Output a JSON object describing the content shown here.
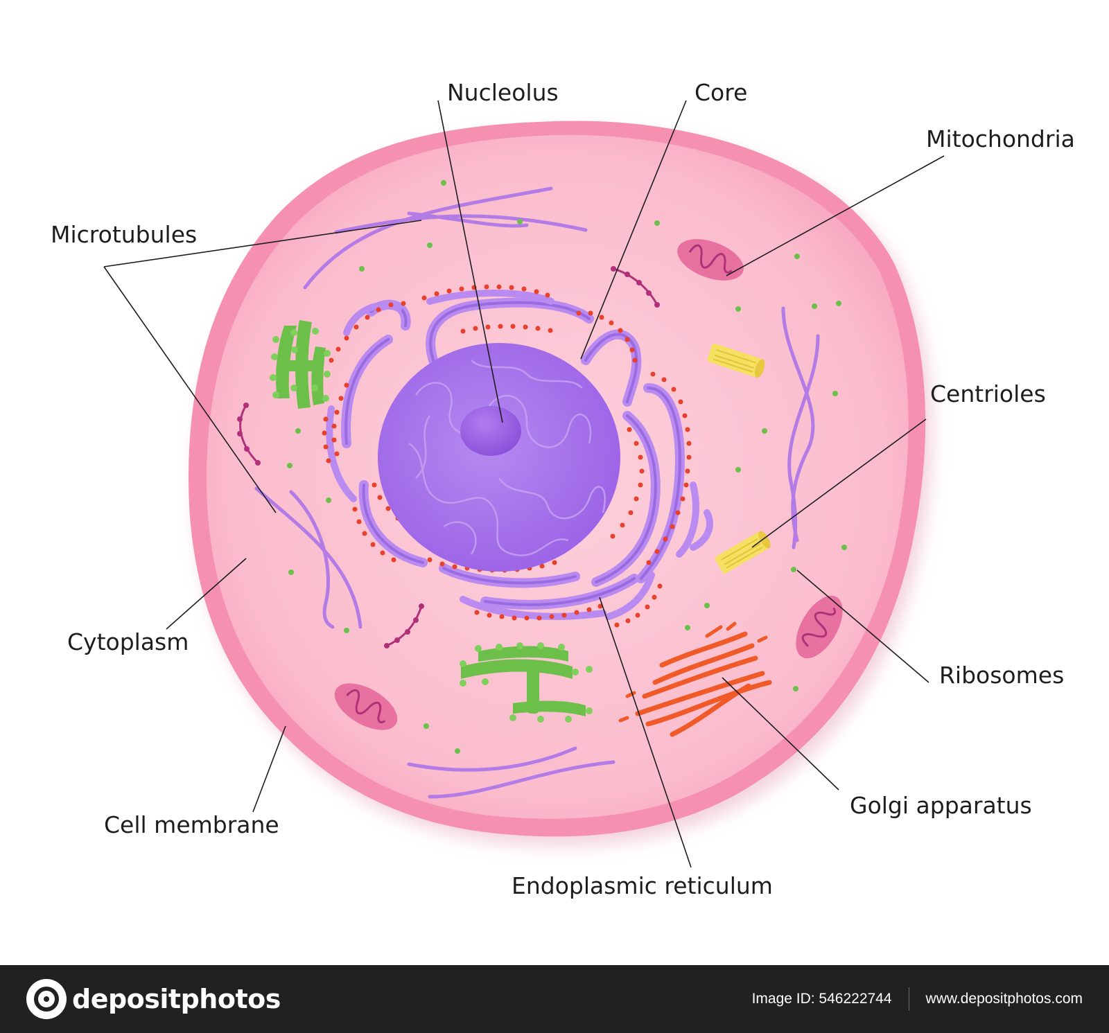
{
  "labels": {
    "nucleolus": "Nucleolus",
    "core": "Core",
    "mitochondria": "Mitochondria",
    "microtubules": "Microtubules",
    "centrioles": "Centrioles",
    "cytoplasm": "Cytoplasm",
    "ribosomes": "Ribosomes",
    "golgi": "Golgi apparatus",
    "cell_membrane": "Cell membrane",
    "er": "Endoplasmic reticulum"
  },
  "footer": {
    "brand": "depositphotos",
    "image_id": "Image ID: 546222744",
    "url": "www.depositphotos.com"
  },
  "colors": {
    "membrane": "#f590b0",
    "cytoplasm": "#fcc4d2",
    "nucleus": "#a673e8",
    "nucleolus": "#9b5fe3",
    "er": "#b98af0",
    "ribosome": "#e8402a",
    "green_organelle": "#6cc04a",
    "mitochondria": "#e8719f",
    "centriole": "#f5e062",
    "golgi": "#f05a28",
    "footer_bg": "#212121"
  }
}
